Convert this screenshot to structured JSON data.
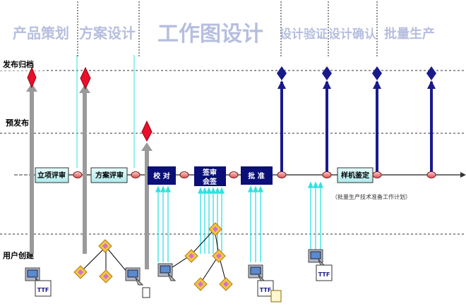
{
  "phases": [
    "产品策划",
    "方案设计",
    "工作图设计",
    "设计验证",
    "设计确认",
    "批量生产"
  ],
  "rows": {
    "publish_archive": "发布归档",
    "pre_release": "预发布",
    "user_create": "用户创建"
  },
  "stages": {
    "project_review": "立项评审",
    "scheme_review": "方案评审",
    "proofread": "校 对",
    "sign_review_1": "签审",
    "sign_review_2": "会签",
    "approve": "批 准",
    "sample_approval": "样机鉴定"
  },
  "note": "（批量生产技术准备工作计划）",
  "file_badge": "TTF",
  "colors": {
    "phase_text": "#b6bedf",
    "cyan_stage": "#c8f4f4",
    "navy_stage": "#0b0f78",
    "navy_arrow": "#1a1a8c",
    "red_diamond": "#e8102c",
    "cyan_line": "#33e0e0",
    "grey_arrow": "#9a9a9a"
  }
}
